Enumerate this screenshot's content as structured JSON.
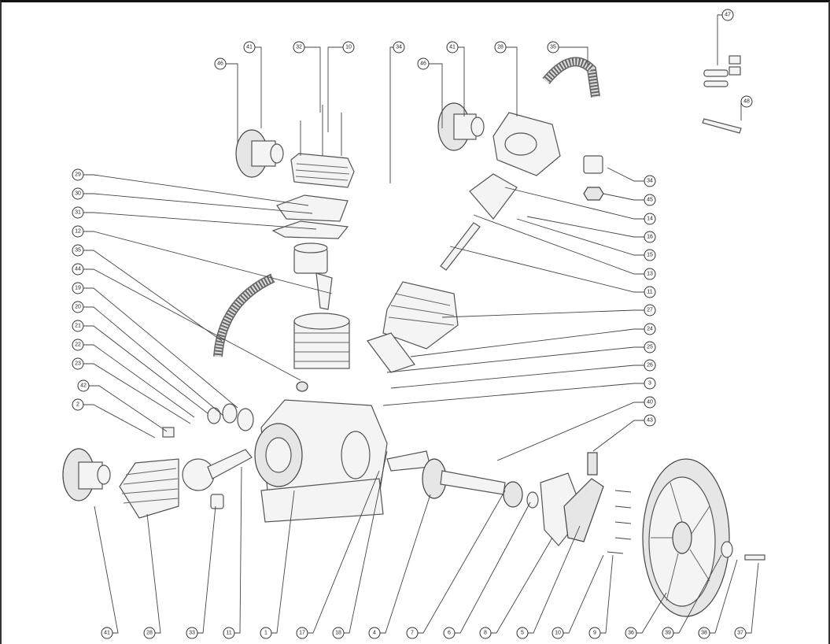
{
  "title": "Air compressor pump exploded parts diagram",
  "callouts": {
    "top": [
      "46",
      "41",
      "32",
      "10",
      "34",
      "46",
      "41",
      "28",
      "35",
      "47",
      "48"
    ],
    "left": [
      "29",
      "30",
      "31",
      "12",
      "35",
      "44",
      "19",
      "20",
      "21",
      "22",
      "23",
      "42",
      "2"
    ],
    "right": [
      "34",
      "45",
      "14",
      "16",
      "15",
      "13",
      "11",
      "27",
      "24",
      "25",
      "26",
      "3",
      "40",
      "43"
    ],
    "bottom": [
      "41",
      "28",
      "33",
      "11",
      "1",
      "17",
      "18",
      "4",
      "7",
      "6",
      "8",
      "5",
      "10",
      "9",
      "36",
      "39",
      "38",
      "37"
    ]
  }
}
